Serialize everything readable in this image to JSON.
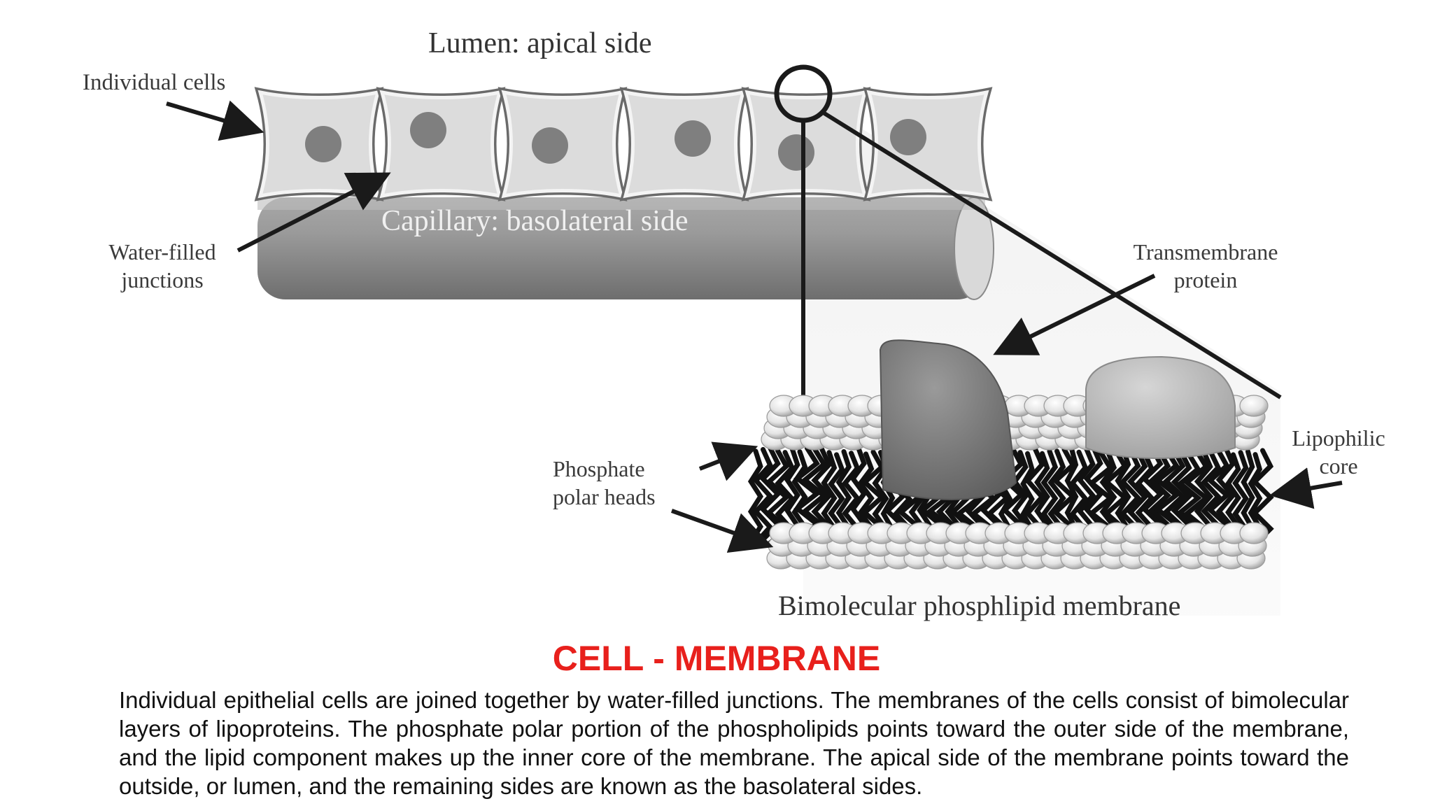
{
  "labels": {
    "lumen": "Lumen: apical side",
    "individual_cells": "Individual cells",
    "capillary": "Capillary: basolateral side",
    "water_filled_1": "Water-filled",
    "water_filled_2": "junctions",
    "transmembrane_1": "Transmembrane",
    "transmembrane_2": "protein",
    "phosphate_1": "Phosphate",
    "phosphate_2": "polar heads",
    "lipophilic_1": "Lipophilic",
    "lipophilic_2": "core",
    "bimolecular": "Bimolecular phosphlipid membrane"
  },
  "caption": {
    "title": "CELL - MEMBRANE",
    "text": "Individual epithelial cells are joined together by water-filled junctions. The membranes of the cells consist of bimolecular layers of lipoproteins. The phosphate polar portion of the phospholipids points toward the outer side of the membrane, and the lipid component makes up the inner core of the membrane. The apical side of the membrane points toward the outside, or lumen, and the remaining sides are known as the basolateral sides."
  },
  "colors": {
    "title": "#e8201c",
    "arrow": "#1a1a1a",
    "cell_fill": "#dcdcdc",
    "nucleus": "#7f7f7f",
    "capillary": "#8a8a8a"
  }
}
